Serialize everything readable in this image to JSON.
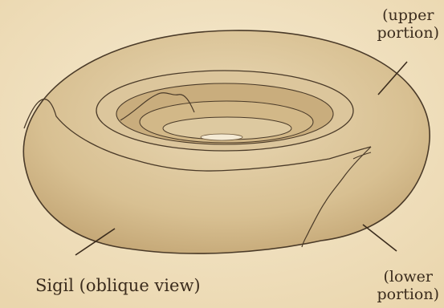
{
  "labels": {
    "upper_line1": "(upper",
    "upper_line2": "portion)",
    "lower_line1": "(lower",
    "lower_line2": "portion)",
    "caption": "Sigil (oblique view)"
  },
  "colors": {
    "paper": "#f1e2bf",
    "ring_fill": "#d7bf92",
    "ring_light": "#e6d3ad",
    "inner_shade": "#b99c6b",
    "ink": "#4a3a28"
  }
}
